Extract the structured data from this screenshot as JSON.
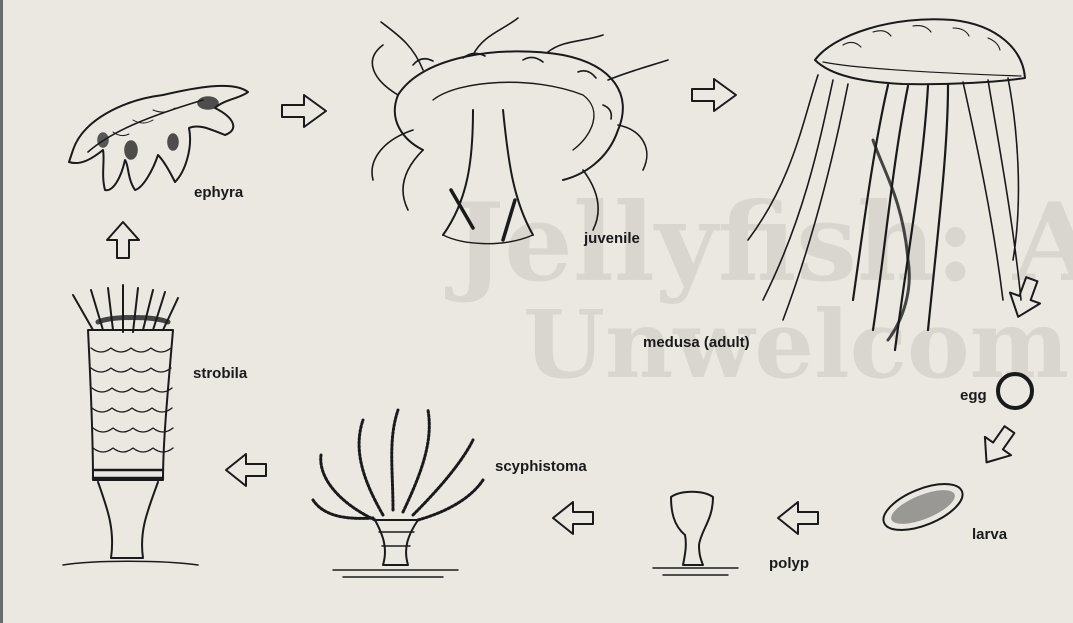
{
  "stages": {
    "ephyra": "ephyra",
    "juvenile": "juvenile",
    "medusa": "medusa (adult)",
    "egg": "egg",
    "larva": "larva",
    "polyp": "polyp",
    "scyphistoma": "scyphistoma",
    "strobila": "strobila"
  },
  "background_text": {
    "line1": "Jellyfish: Annoying Sum",
    "line2": "Unwelcome Visitors"
  },
  "colors": {
    "ink": "#1a1a1a",
    "paper": "#ebe8e2",
    "ghost_text": "#d9d5cf"
  }
}
